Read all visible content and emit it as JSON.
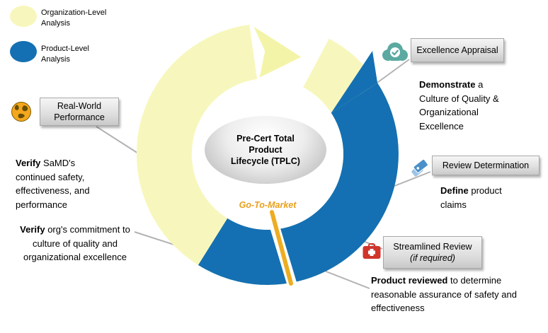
{
  "legend": {
    "org_label": "Organization-Level Analysis",
    "product_label": "Product-Level Analysis"
  },
  "center": {
    "title_lines": [
      "Pre-Cert Total",
      "Product",
      "Lifecycle (TPLC)"
    ],
    "go_to_market": "Go-To-Market"
  },
  "colors": {
    "organization_yellow": "#F7F7BD",
    "product_blue": "#1470B2",
    "gold_accent": "#E8A41F",
    "box_gray": "#DEDEDE"
  },
  "stages": {
    "excellence_appraisal": {
      "label": "Excellence Appraisal",
      "icon": "cloud-check-icon",
      "desc_bold": "Demonstrate",
      "desc_rest": " a Culture of Quality & Organizational Excellence"
    },
    "review_determination": {
      "label": "Review Determination",
      "icon": "tags-icon",
      "desc_bold": "Define",
      "desc_rest": " product claims"
    },
    "streamlined_review": {
      "label": "Streamlined Review",
      "sublabel": "(if required)",
      "icon": "first-aid-icon",
      "desc_bold": "Product reviewed",
      "desc_rest": " to determine reasonable assurance of safety and effectiveness"
    },
    "real_world_performance": {
      "label": "Real-World Performance",
      "icon": "globe-icon",
      "desc1_bold": "Verify",
      "desc1_rest": " SaMD's continued safety, effectiveness, and performance",
      "desc2_bold": "Verify",
      "desc2_rest": " org's commitment to culture of quality and organizational excellence"
    }
  }
}
